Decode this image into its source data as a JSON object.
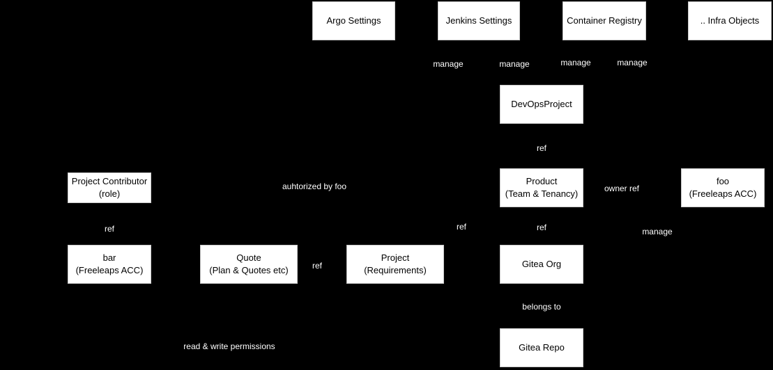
{
  "diagram": {
    "colors": {
      "background": "#000000",
      "node_fill": "#ffffff",
      "node_text": "#000000",
      "edge_label_text": "#ffffff"
    },
    "nodes": {
      "argo_settings": "Argo Settings",
      "jenkins_settings": "Jenkins Settings",
      "container_registry": "Container Registry",
      "infra_objects": ".. Infra Objects",
      "devops_project": "DevOpsProject",
      "product": "Product\n(Team & Tenancy)",
      "foo_acc": "foo\n(Freeleaps ACC)",
      "project_contributor": "Project Contributor\n(role)",
      "bar_acc": "bar\n(Freeleaps ACC)",
      "quote": "Quote\n(Plan & Quotes etc)",
      "project": "Project\n(Requirements)",
      "gitea_org": "Gitea Org",
      "gitea_repo": "Gitea Repo"
    },
    "edge_labels": {
      "manage_argo": "manage",
      "manage_jenkins": "manage",
      "manage_registry": "manage",
      "manage_infra": "manage",
      "ref_devops_product": "ref",
      "authorized_by_foo": "auhtorized by foo",
      "owner_ref": "owner ref",
      "ref_bar_contributor": "ref",
      "ref_project_product": "ref",
      "ref_product_org": "ref",
      "manage_foo": "manage",
      "ref_quote_project": "ref",
      "belongs_to": "belongs to",
      "read_write_permissions": "read & write permissions"
    }
  }
}
